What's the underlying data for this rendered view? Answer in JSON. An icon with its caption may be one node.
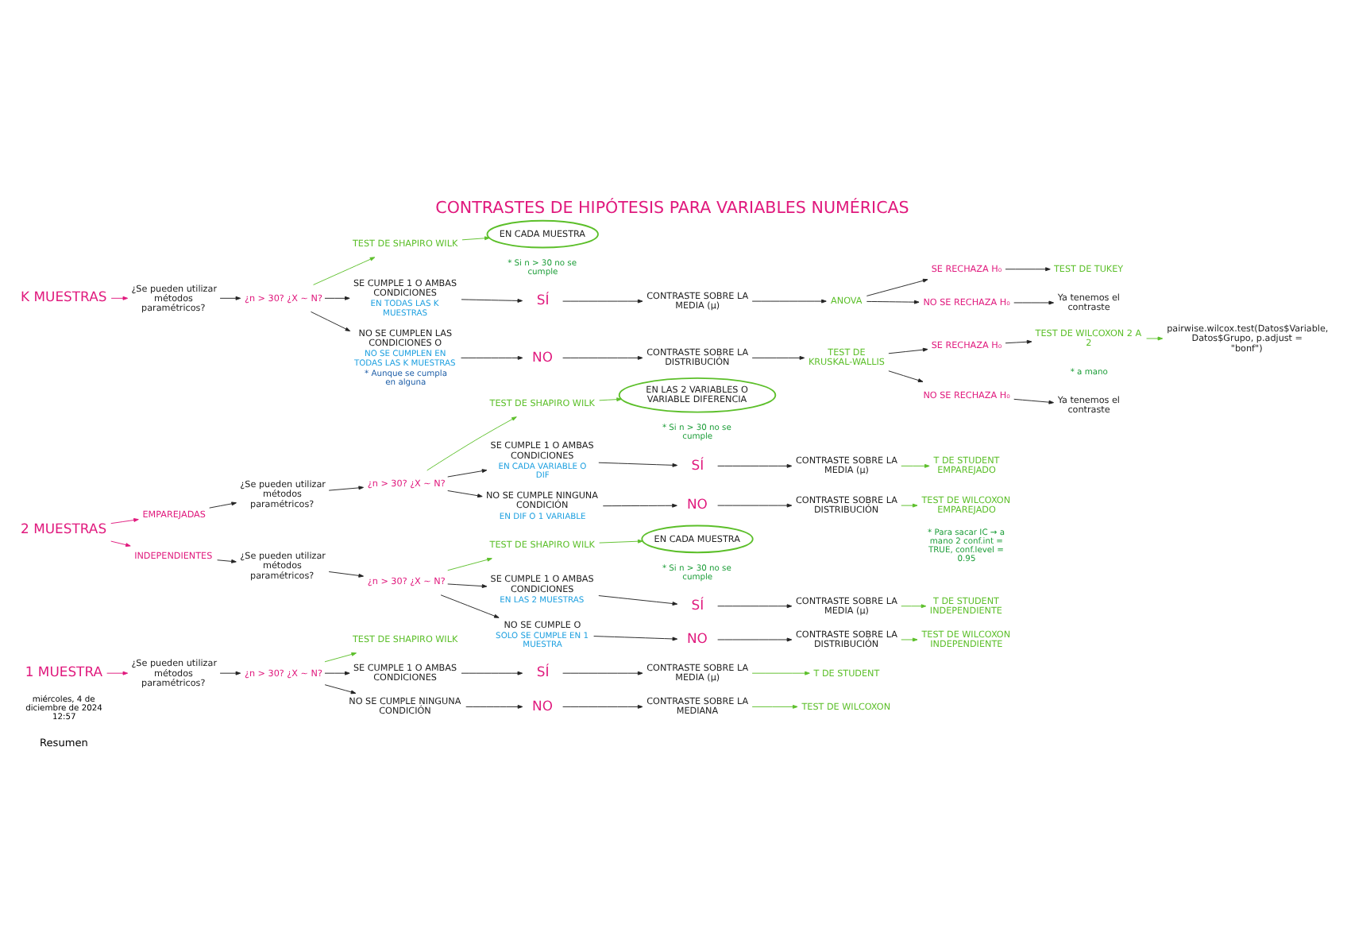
{
  "diagram": {
    "title": "CONTRASTES DE HIPÓTESIS PARA VARIABLES NUMÉRICAS",
    "nodes": [
      {
        "text": [
          "1 MUESTRA"
        ]
      },
      {
        "text": [
          "¿Se pueden utilizar métodos paramétricos?"
        ]
      },
      {
        "text": [
          "¿n > 30? ¿X ~ N?"
        ]
      },
      {
        "text": [
          "TEST DE SHAPIRO WILK"
        ]
      },
      {
        "text": [
          "SE CUMPLE 1 O AMBAS CONDICIONES"
        ]
      },
      {
        "text": [
          "SÍ"
        ]
      },
      {
        "text": [
          "CONTRASTE SOBRE LA MEDIA (μ)"
        ]
      },
      {
        "text": [
          "T DE STUDENT"
        ]
      },
      {
        "text": [
          "NO SE CUMPLE NINGUNA CONDICIÓN"
        ]
      },
      {
        "text": [
          "NO"
        ]
      },
      {
        "text": [
          "CONTRASTE SOBRE LA MEDIANA"
        ]
      },
      {
        "text": [
          "TEST DE WILCOXON"
        ]
      },
      {
        "text": [
          "2 MUESTRAS"
        ]
      },
      {
        "text": [
          "EMPAREJADAS"
        ]
      },
      {
        "text": [
          "¿Se pueden utilizar métodos paramétricos?"
        ]
      },
      {
        "text": [
          "¿n > 30? ¿X ~ N?"
        ]
      },
      {
        "text": [
          "TEST DE SHAPIRO WILK"
        ]
      },
      {
        "text": [
          "EN LAS 2 VARIABLES O VARIABLE DIFERENCIA"
        ],
        "beside": [
          "* Si n > 30 no se cumple"
        ]
      },
      {
        "text": [
          "SE CUMPLE 1 O AMBAS CONDICIONES",
          "EN CADA VARIABLE O DIF"
        ]
      },
      {
        "text": [
          "SÍ"
        ]
      },
      {
        "text": [
          "CONTRASTE SOBRE LA MEDIA (μ)"
        ]
      },
      {
        "text": [
          "T DE STUDENT EMPAREJADO"
        ]
      },
      {
        "text": [
          "NO SE CUMPLE NINGUNA CONDICIÓN",
          "EN DIF O 1 VARIABLE"
        ]
      },
      {
        "text": [
          "NO"
        ]
      },
      {
        "text": [
          "CONTRASTE SOBRE LA DISTRIBUCIÓN"
        ]
      },
      {
        "text": [
          "TEST DE WILCOXON EMPAREJADO"
        ],
        "beside": [
          "* Para sacar IC → a mano 2 conf.int = TRUE, conf.level = 0.95"
        ]
      },
      {
        "text": [
          "INDEPENDIENTES"
        ]
      },
      {
        "text": [
          "¿Se pueden utilizar métodos paramétricos?"
        ]
      },
      {
        "text": [
          "¿n > 30? ¿X ~ N?"
        ]
      },
      {
        "text": [
          "TEST DE SHAPIRO WILK"
        ]
      },
      {
        "text": [
          "EN CADA MUESTRA"
        ],
        "beside": [
          "* Si n > 30 no se cumple"
        ]
      },
      {
        "text": [
          "SE CUMPLE 1 O AMBAS CONDICIONES",
          "EN LAS 2 MUESTRAS"
        ]
      },
      {
        "text": [
          "SÍ"
        ]
      },
      {
        "text": [
          "CONTRASTE SOBRE LA MEDIA (μ)"
        ]
      },
      {
        "text": [
          "T DE STUDENT INDEPENDIENTE"
        ]
      },
      {
        "text": [
          "NO SE CUMPLE O",
          "SOLO SE CUMPLE EN 1 MUESTRA"
        ]
      },
      {
        "text": [
          "NO"
        ]
      },
      {
        "text": [
          "CONTRASTE SOBRE LA DISTRIBUCIÓN"
        ]
      },
      {
        "text": [
          "TEST DE WILCOXON INDEPENDIENTE"
        ]
      },
      {
        "text": [
          "K MUESTRAS"
        ]
      },
      {
        "text": [
          "¿Se pueden utilizar métodos paramétricos?"
        ]
      },
      {
        "text": [
          "¿n > 30? ¿X ~ N?"
        ]
      },
      {
        "text": [
          "TEST DE SHAPIRO WILK"
        ]
      },
      {
        "text": [
          "EN CADA MUESTRA"
        ],
        "beside": [
          "* Si n > 30 no se cumple"
        ]
      },
      {
        "text": [
          "SE CUMPLE 1 O AMBAS CONDICIONES",
          "EN TODAS LAS K MUESTRAS"
        ]
      },
      {
        "text": [
          "SÍ"
        ]
      },
      {
        "text": [
          "CONTRASTE SOBRE LA MEDIA (μ)"
        ]
      },
      {
        "text": [
          "ANOVA"
        ]
      },
      {
        "text": [
          "SE RECHAZA H₀"
        ]
      },
      {
        "text": [
          "TEST DE TUKEY"
        ]
      },
      {
        "text": [
          "NO SE RECHAZA H₀"
        ]
      },
      {
        "text": [
          "Ya tenemos el contraste"
        ]
      },
      {
        "text": [
          "NO SE CUMPLEN LAS CONDICIONES O",
          "NO SE CUMPLEN EN TODAS LAS K MUESTRAS",
          "* Aunque se cumpla en alguna"
        ]
      },
      {
        "text": [
          "NO"
        ]
      },
      {
        "text": [
          "CONTRASTE SOBRE LA DISTRIBUCIÓN"
        ]
      },
      {
        "text": [
          "TEST DE KRUSKAL-WALLIS"
        ]
      },
      {
        "text": [
          "SE RECHAZA H₀"
        ]
      },
      {
        "text": [
          "TEST DE WILCOXON 2 A 2"
        ],
        "beside": [
          "* a mano"
        ]
      },
      {
        "text": [
          "NO SE RECHAZA H₀"
        ]
      },
      {
        "text": [
          "Ya tenemos el contraste"
        ]
      },
      {
        "text": [
          "pairwise.wilcox.test(Datos$Variable, Datos$Grupo, p.adjust = \"bonf\")"
        ]
      }
    ],
    "edges": [
      {
        "from": 0,
        "to": 1,
        "arrow": "to",
        "color": "#e0197d"
      },
      {
        "from": 1,
        "to": 2,
        "arrow": "to"
      },
      {
        "from": 2,
        "to": 3,
        "arrow": "to",
        "color": "#5cbf2a"
      },
      {
        "from": 2,
        "to": 4,
        "arrow": "to"
      },
      {
        "from": 2,
        "to": 8,
        "arrow": "to"
      },
      {
        "from": 4,
        "to": 5,
        "arrow": "to"
      },
      {
        "from": 5,
        "to": 6,
        "arrow": "to"
      },
      {
        "from": 6,
        "to": 7,
        "arrow": "to",
        "color": "#5cbf2a"
      },
      {
        "from": 8,
        "to": 9,
        "arrow": "to"
      },
      {
        "from": 9,
        "to": 10,
        "arrow": "to"
      },
      {
        "from": 10,
        "to": 11,
        "arrow": "to",
        "color": "#5cbf2a"
      },
      {
        "from": 12,
        "to": 13,
        "arrow": "to",
        "color": "#e0197d"
      },
      {
        "from": 13,
        "to": 14,
        "arrow": "to"
      },
      {
        "from": 14,
        "to": 15,
        "arrow": "to"
      },
      {
        "from": 15,
        "to": 16,
        "arrow": "to",
        "color": "#5cbf2a"
      },
      {
        "from": 16,
        "to": 17,
        "arrow": "to",
        "color": "#5cbf2a"
      },
      {
        "from": 15,
        "to": 18,
        "arrow": "to"
      },
      {
        "from": 15,
        "to": 22,
        "arrow": "to"
      },
      {
        "from": 18,
        "to": 19,
        "arrow": "to"
      },
      {
        "from": 19,
        "to": 20,
        "arrow": "to"
      },
      {
        "from": 20,
        "to": 21,
        "arrow": "to",
        "color": "#5cbf2a"
      },
      {
        "from": 22,
        "to": 23,
        "arrow": "to"
      },
      {
        "from": 23,
        "to": 24,
        "arrow": "to"
      },
      {
        "from": 24,
        "to": 25,
        "arrow": "to",
        "color": "#5cbf2a"
      },
      {
        "from": 12,
        "to": 26,
        "arrow": "to",
        "color": "#e0197d"
      },
      {
        "from": 26,
        "to": 27,
        "arrow": "to"
      },
      {
        "from": 27,
        "to": 28,
        "arrow": "to"
      },
      {
        "from": 28,
        "to": 29,
        "arrow": "to",
        "color": "#5cbf2a"
      },
      {
        "from": 29,
        "to": 30,
        "arrow": "to",
        "color": "#5cbf2a"
      },
      {
        "from": 28,
        "to": 31,
        "arrow": "to"
      },
      {
        "from": 28,
        "to": 35,
        "arrow": "to"
      },
      {
        "from": 31,
        "to": 32,
        "arrow": "to"
      },
      {
        "from": 32,
        "to": 33,
        "arrow": "to"
      },
      {
        "from": 33,
        "to": 34,
        "arrow": "to",
        "color": "#5cbf2a"
      },
      {
        "from": 35,
        "to": 36,
        "arrow": "to"
      },
      {
        "from": 36,
        "to": 37,
        "arrow": "to"
      },
      {
        "from": 37,
        "to": 38,
        "arrow": "to",
        "color": "#5cbf2a"
      },
      {
        "from": 39,
        "to": 40,
        "arrow": "to",
        "color": "#e0197d"
      },
      {
        "from": 40,
        "to": 41,
        "arrow": "to"
      },
      {
        "from": 41,
        "to": 42,
        "arrow": "to",
        "color": "#5cbf2a"
      },
      {
        "from": 42,
        "to": 43,
        "arrow": "to",
        "color": "#5cbf2a"
      },
      {
        "from": 41,
        "to": 44,
        "arrow": "to"
      },
      {
        "from": 41,
        "to": 52,
        "arrow": "to"
      },
      {
        "from": 44,
        "to": 45,
        "arrow": "to"
      },
      {
        "from": 45,
        "to": 46,
        "arrow": "to"
      },
      {
        "from": 46,
        "to": 47,
        "arrow": "to"
      },
      {
        "from": 47,
        "to": 48,
        "arrow": "to"
      },
      {
        "from": 47,
        "to": 50,
        "arrow": "to"
      },
      {
        "from": 48,
        "to": 49,
        "arrow": "to"
      },
      {
        "from": 50,
        "to": 51,
        "arrow": "to"
      },
      {
        "from": 52,
        "to": 53,
        "arrow": "to"
      },
      {
        "from": 53,
        "to": 54,
        "arrow": "to"
      },
      {
        "from": 54,
        "to": 55,
        "arrow": "to"
      },
      {
        "from": 55,
        "to": 56,
        "arrow": "to"
      },
      {
        "from": 55,
        "to": 58,
        "arrow": "to"
      },
      {
        "from": 56,
        "to": 57,
        "arrow": "to"
      },
      {
        "from": 58,
        "to": 59,
        "arrow": "to"
      },
      {
        "from": 57,
        "to": 60,
        "arrow": "to",
        "color": "#5cbf2a"
      }
    ],
    "labels": [
      "Resumen",
      "miércoles, 4 de diciembre de 2024 12:57"
    ]
  }
}
